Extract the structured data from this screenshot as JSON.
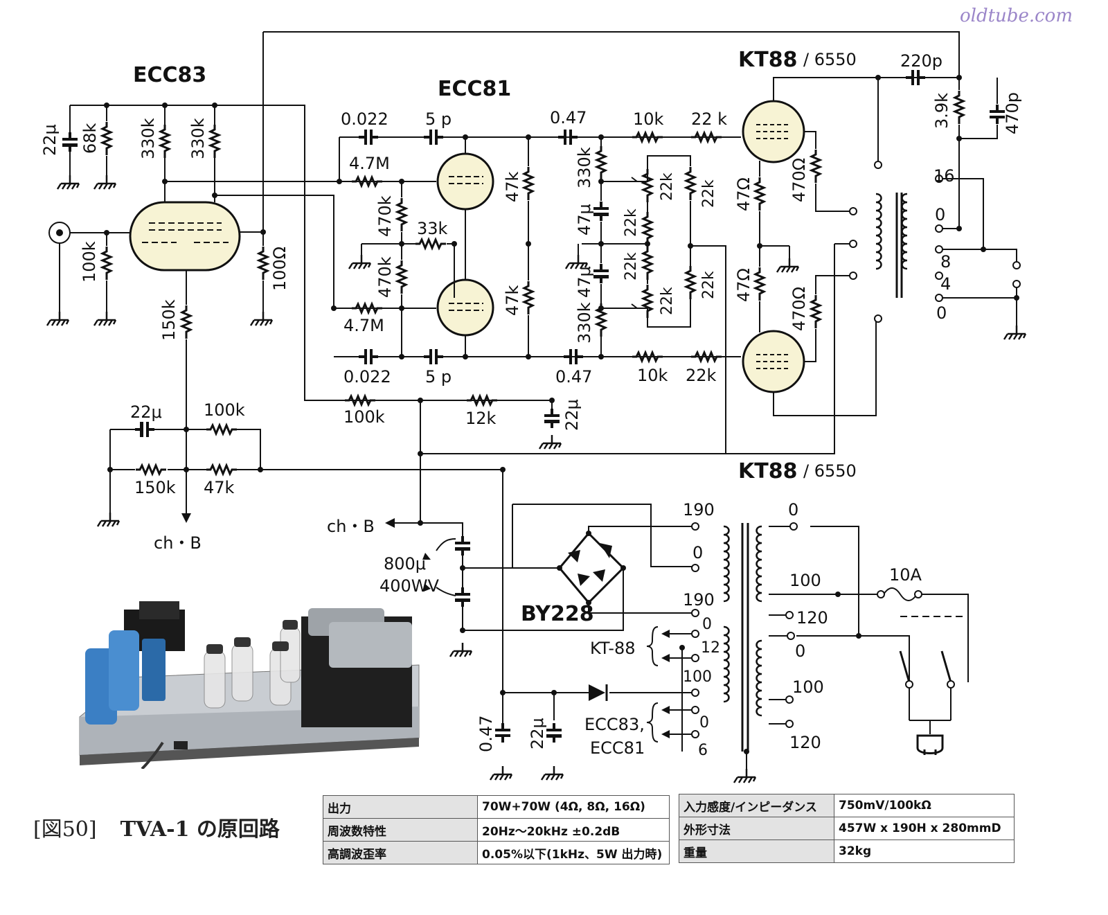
{
  "watermark": "oldtube.com",
  "tubes": {
    "ecc83": "ECC83",
    "ecc81": "ECC81",
    "kt88_top_a": "KT88",
    "kt88_top_b": "/ 6550",
    "kt88_bot_a": "KT88",
    "kt88_bot_b": "/ 6550",
    "rectifier": "BY228"
  },
  "components": {
    "c_22u_a": "22μ",
    "r_68k": "68k",
    "r_330k_a": "330k",
    "r_330k_b": "330k",
    "r_100k_in": "100k",
    "r_100ohm": "100Ω",
    "r_150k_a": "150k",
    "c_0022_a": "0.022",
    "c_5p_a": "5 p",
    "r_47M_a": "4.7M",
    "r_470k_a": "470k",
    "r_33k": "33k",
    "r_470k_b": "470k",
    "r_47M_b": "4.7M",
    "c_0022_b": "0.022",
    "c_5p_b": "5 p",
    "r_47k_a": "47k",
    "r_47k_b": "47k",
    "c_047_a": "0.47",
    "c_047_b": "0.47",
    "r_330k_c": "330k",
    "r_330k_d": "330k",
    "c_47u_a": "47μ",
    "c_47u_b": "47μ",
    "r_10k_a": "10k",
    "r_22k_a": "22 k",
    "r_10k_b": "10k",
    "r_22k_b": "22k",
    "r_22k_p1": "22k",
    "r_22k_p2": "22k",
    "r_22k_p3": "22k",
    "r_22k_p4": "22k",
    "r_22k_p5": "22k",
    "r_22k_p6": "22k",
    "r_47ohm_a": "47Ω",
    "r_47ohm_b": "47Ω",
    "r_470ohm_a": "470Ω",
    "r_470ohm_b": "470Ω",
    "c_220p": "220p",
    "r_39k": "3.9k",
    "c_470p": "470p",
    "tap_16": "16",
    "tap_0a": "0",
    "tap_8": "8",
    "tap_4": "4",
    "tap_0b": "0",
    "r_100k_b": "100k",
    "r_12k": "12k",
    "c_22u_b": "22μ",
    "c_22u_c": "22μ",
    "r_100k_c": "100k",
    "r_150k_b": "150k",
    "r_47k_c": "47k",
    "chb_left": "ch・B",
    "chb_right": "ch・B",
    "c_800u": "800μ",
    "c_400wv": "400WV",
    "pt_190a": "190",
    "pt_0a": "0",
    "pt_190b": "190",
    "pt_0r": "0",
    "pt_100": "100",
    "pt_120": "120",
    "pt_0s": "0",
    "pt_100s": "100",
    "pt_120s": "120",
    "fuse_10a": "10A",
    "heater_kt88": "KT-88",
    "h_0": "0",
    "h_12": "12",
    "h_100": "100",
    "h_0b": "0",
    "h_6": "6",
    "heater_ecc_a": "ECC83,",
    "heater_ecc_b": "ECC81",
    "c_047_ps": "0.47",
    "c_22u_ps": "22μ"
  },
  "caption": {
    "figure": "[図50]",
    "title": "TVA-1 の原回路"
  },
  "spec_left": [
    {
      "label": "出力",
      "value": "70W+70W  (4Ω, 8Ω, 16Ω)"
    },
    {
      "label": "周波数特性",
      "value": "20Hz〜20kHz ±0.2dB"
    },
    {
      "label": "高調波歪率",
      "value": "0.05%以下(1kHz、5W 出力時)"
    }
  ],
  "spec_right": [
    {
      "label": "入力感度/インピーダンス",
      "value": "750mV/100kΩ"
    },
    {
      "label": "外形寸法",
      "value": "457W x 190H x 280mmD"
    },
    {
      "label": "重量",
      "value": "32kg"
    }
  ]
}
